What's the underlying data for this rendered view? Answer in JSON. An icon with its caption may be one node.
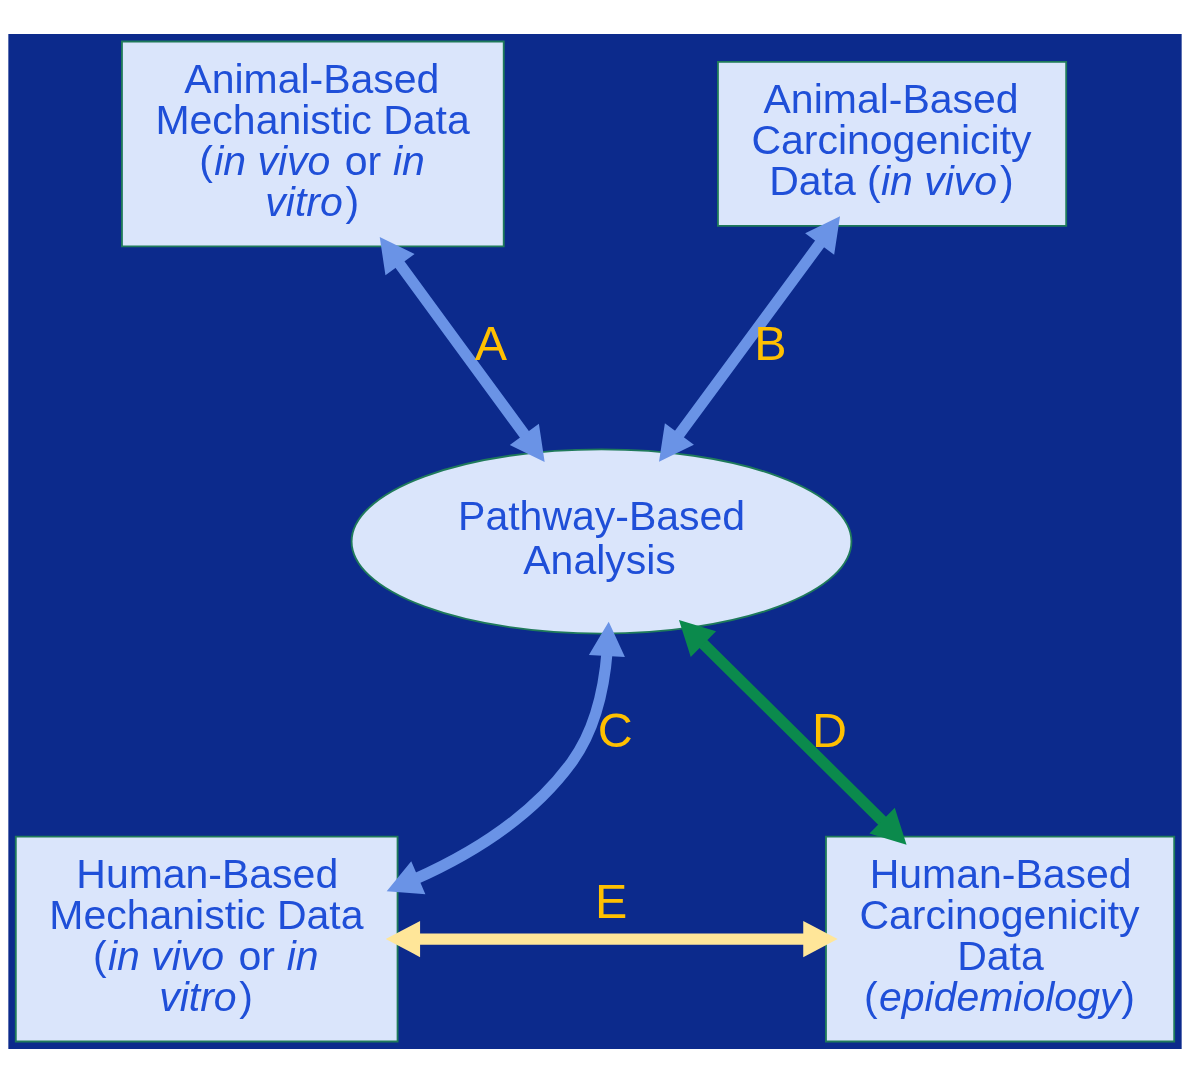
{
  "diagram": {
    "nodes": [
      {
        "text": [
          "Animal-Based Mechanistic Data (*in vivo* or *in vitro*)"
        ]
      },
      {
        "text": [
          "Animal-Based Carcinogenicity Data (*in vivo*)"
        ]
      },
      {
        "text": [
          "Pathway-Based Analysis"
        ]
      },
      {
        "text": [
          "Human-Based Mechanistic Data (*in vivo* or *in vitro*)"
        ]
      },
      {
        "text": [
          "Human-Based Carcinogenicity Data (*epidemiology*)"
        ]
      }
    ],
    "edges": [
      {
        "from": 0,
        "to": 2,
        "arrow": "both",
        "label": "A"
      },
      {
        "from": 1,
        "to": 2,
        "arrow": "both",
        "label": "B"
      },
      {
        "from": 3,
        "to": 2,
        "arrow": "both",
        "label": "C"
      },
      {
        "from": 4,
        "to": 2,
        "arrow": "both",
        "label": "D",
        "color": "#0b8a4c"
      },
      {
        "from": 3,
        "to": 4,
        "arrow": "both",
        "label": "E",
        "color": "#ffe699"
      }
    ]
  }
}
